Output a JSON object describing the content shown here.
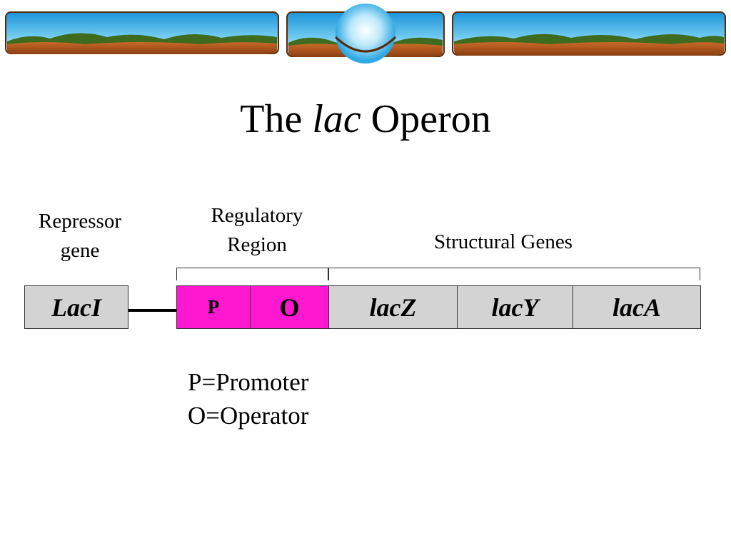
{
  "slide": {
    "title_pre": "The ",
    "title_italic": "lac",
    "title_post": " Operon"
  },
  "labels": {
    "repressor_line1": "Repressor",
    "repressor_line2": "gene",
    "regulatory_line1": "Regulatory",
    "regulatory_line2": "Region",
    "structural": "Structural Genes"
  },
  "genes": {
    "laci": "LacI",
    "promoter": "P",
    "operator": "O",
    "lacz": "lacZ",
    "lacy": "lacY",
    "laca": "lacA"
  },
  "legend": {
    "promoter_def": "P=Promoter",
    "operator_def": "O=Operator"
  },
  "colors": {
    "regulatory_fill": "#ff18d0",
    "gene_fill": "#d3d3d3",
    "sky": "#2aa9e4",
    "ground": "#b4581f",
    "hills": "#3f6b1e"
  }
}
